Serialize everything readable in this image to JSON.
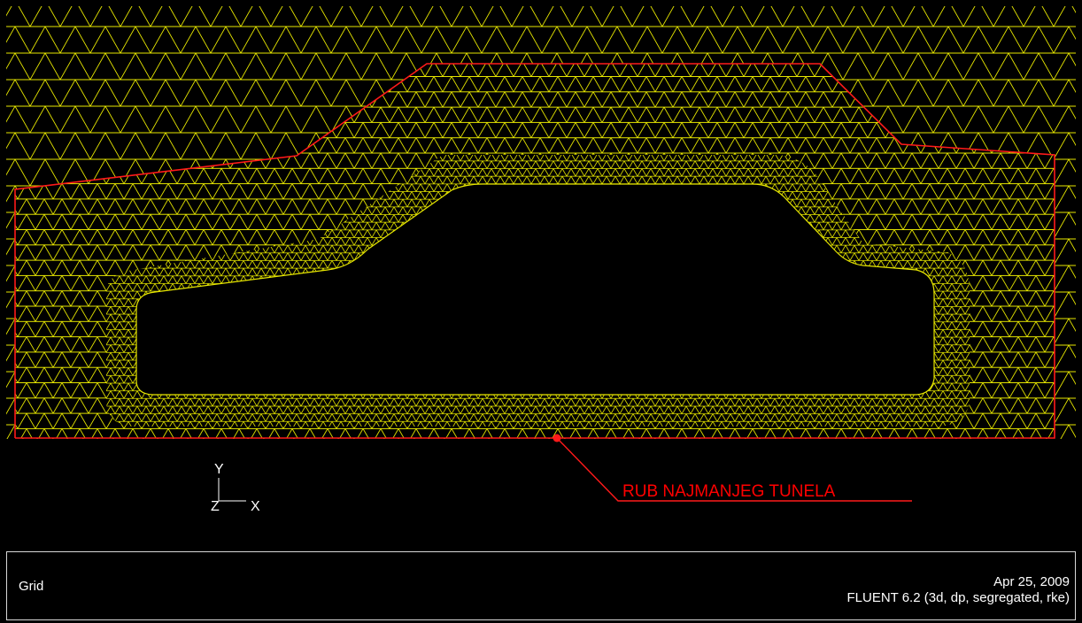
{
  "viewport": {
    "callout_text": "RUB NAJMANJEG TUNELA",
    "axes": {
      "y_label": "Y",
      "z_label": "Z",
      "x_label": "X"
    },
    "colors": {
      "mesh": "#e6e600",
      "boundary": "#ff1a1a",
      "background": "#000000"
    }
  },
  "footer": {
    "left_title": "Grid",
    "date": "Apr 25, 2009",
    "solver_info": "FLUENT 6.2 (3d, dp, segregated, rke)"
  }
}
